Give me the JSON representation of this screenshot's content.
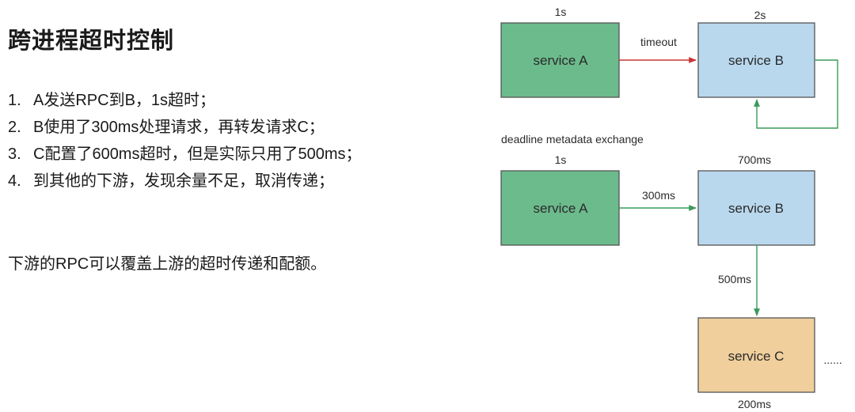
{
  "heading": "跨进程超时控制",
  "steps": [
    {
      "num": "1.",
      "text": "A发送RPC到B，1s超时；"
    },
    {
      "num": "2.",
      "text": "B使用了300ms处理请求，再转发请求C；"
    },
    {
      "num": "3.",
      "text": "C配置了600ms超时，但是实际只用了500ms；"
    },
    {
      "num": "4.",
      "text": "到其他的下游，发现余量不足，取消传递；"
    }
  ],
  "summary": "下游的RPC可以覆盖上游的超时传递和配额。",
  "colors": {
    "service_a": "#6cbb8c",
    "service_b": "#b9d8ee",
    "service_c": "#f0cf9c",
    "arrow_timeout": "#cc3333",
    "arrow_normal": "#3a9a5a"
  },
  "diagram_top": {
    "service_a": {
      "label": "service A",
      "timeout": "1s"
    },
    "service_b": {
      "label": "service B",
      "timeout": "2s"
    },
    "edge_label": "timeout"
  },
  "section_label": "deadline metadata exchange",
  "diagram_bottom": {
    "service_a": {
      "label": "service A",
      "timeout": "1s"
    },
    "service_b": {
      "label": "service B",
      "timeout": "700ms"
    },
    "service_c": {
      "label": "service C",
      "timeout": "200ms"
    },
    "edge_ab_label": "300ms",
    "edge_bc_label": "500ms",
    "ellipsis": "......"
  }
}
